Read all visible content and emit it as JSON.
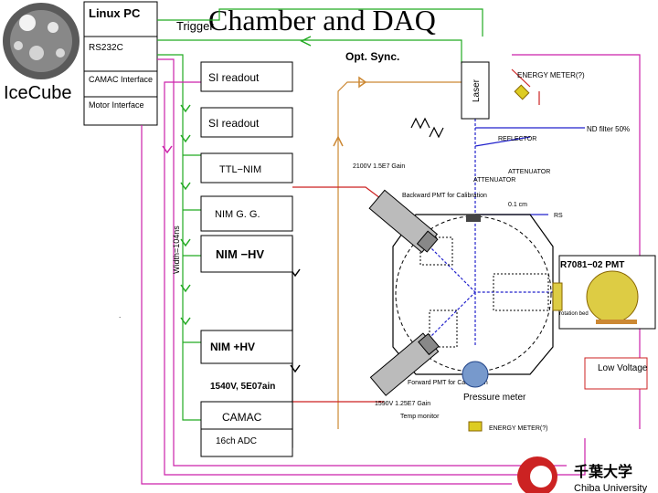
{
  "title": "Chamber and DAQ",
  "logo": {
    "text": "IceCube"
  },
  "pc": {
    "name": "Linux PC",
    "ports": [
      "RS232C",
      "CAMAC Interface",
      "Motor Interface"
    ]
  },
  "labels": {
    "trigger": "Trigger",
    "opt_sync": "Opt. Sync.",
    "si_readout_1": "SI readout",
    "si_readout_2": "SI readout",
    "ttl_nim": "TTL−NIM",
    "nim_gg": "NIM G. G.",
    "width": "Width=104ns",
    "nim_minus_hv": "NIM −HV",
    "nim_plus_hv": "NIM +HV",
    "camac": "CAMAC",
    "adc": "16ch ADC",
    "hv_plus_value": "1540V, 5E07ain",
    "hv_minus_value": "2100V 1.5E7 Gain",
    "forward_hv": "1590V 1.25E7 Gain",
    "laser": "Laser",
    "energy_meter_top": "ENERGY METER(?)",
    "nd_filter": "ND filter 50%",
    "reflector": "REFLECTOR",
    "attenuator": "ATTENUATOR",
    "attenuator_top": "ATTENUATOR",
    "backward_pmt": "Backward PMT for Calibration",
    "forward_pmt": "Forward PMT for Calibration",
    "pmt_name": "R7081−02 PMT",
    "rotation_bed": "rotation bed",
    "low_voltage": "Low Voltage",
    "pressure_meter": "Pressure meter",
    "energy_meter_bottom": "ENERGY METER(?)",
    "temp_monitor": "Temp monitor",
    "label_01cm": "0.1 cm",
    "label_rs": "RS",
    "dot": "."
  },
  "university": {
    "kanji": "千葉大学",
    "name": "Chiba University"
  },
  "colors": {
    "green": "#22aa22",
    "magenta": "#cc22aa",
    "orange": "#cc8833",
    "red": "#cc2222",
    "blue": "#2222cc",
    "darkred": "#cc1111"
  }
}
